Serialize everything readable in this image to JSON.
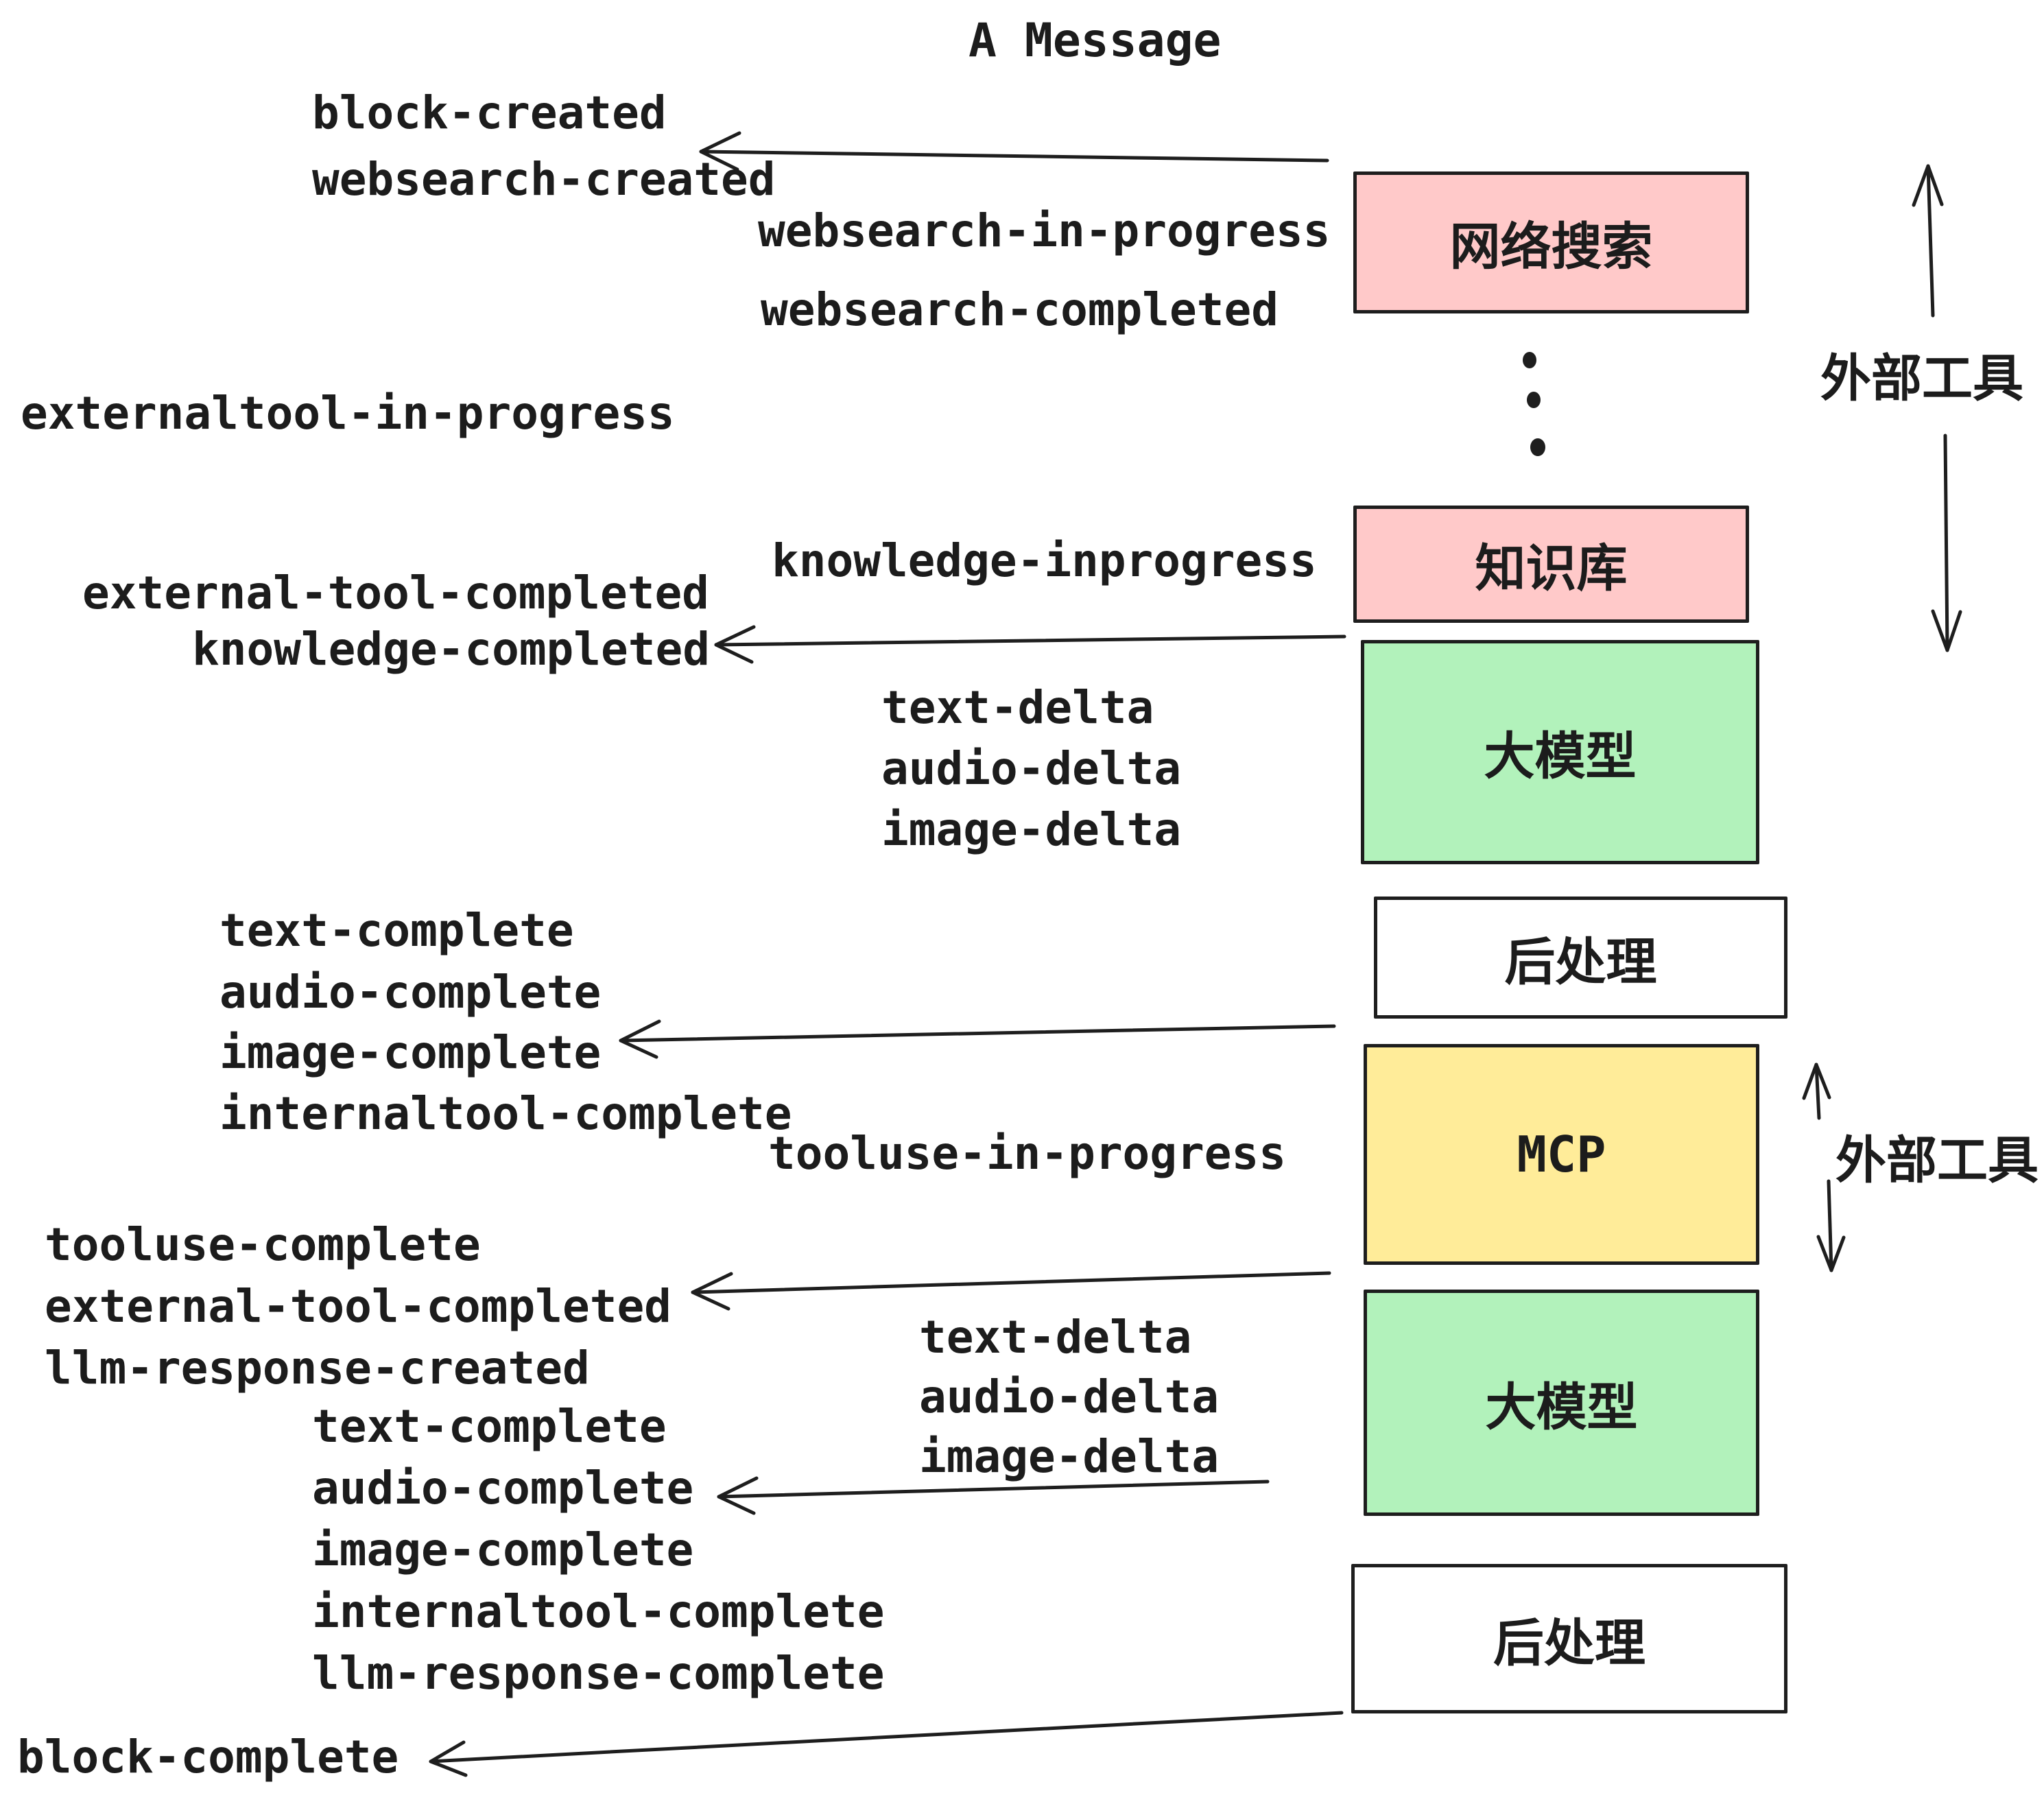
{
  "title": "A Message",
  "events": {
    "block_created": "block-created",
    "websearch_created": "websearch-created",
    "websearch_in_progress": "websearch-in-progress",
    "websearch_completed": "websearch-completed",
    "externaltool_in_progress": "externaltool-in-progress",
    "knowledge_inprogress": "knowledge-inprogress",
    "external_tool_completed": "external-tool-completed",
    "knowledge_completed": "knowledge-completed",
    "text_delta": "text-delta",
    "audio_delta": "audio-delta",
    "image_delta": "image-delta",
    "text_complete": "text-complete",
    "audio_complete": "audio-complete",
    "image_complete": "image-complete",
    "internaltool_complete": "internaltool-complete",
    "tooluse_in_progress": "tooluse-in-progress",
    "tooluse_complete": "tooluse-complete",
    "llm_response_created": "llm-response-created",
    "llm_response_complete": "llm-response-complete",
    "block_complete": "block-complete"
  },
  "boxes": {
    "websearch": {
      "label": "网络搜索",
      "fill": "#ffc9c9"
    },
    "knowledge": {
      "label": "知识库",
      "fill": "#ffc9c9"
    },
    "llm_top": {
      "label": "大模型",
      "fill": "#b2f2bb"
    },
    "post_top": {
      "label": "后处理",
      "fill": "#ffffff"
    },
    "mcp": {
      "label": "MCP",
      "fill": "#ffec99"
    },
    "llm_bottom": {
      "label": "大模型",
      "fill": "#b2f2bb"
    },
    "post_bottom": {
      "label": "后处理",
      "fill": "#ffffff"
    }
  },
  "annotations": {
    "external_tools_top": "外部工具",
    "external_tools_middle": "外部工具",
    "vertical_ellipsis": "⋮"
  },
  "colors": {
    "stroke": "#1e1e1e",
    "text": "#1c1c1c",
    "pink": "#ffc9c9",
    "green": "#b2f2bb",
    "yellow": "#ffec99",
    "white": "#ffffff"
  }
}
